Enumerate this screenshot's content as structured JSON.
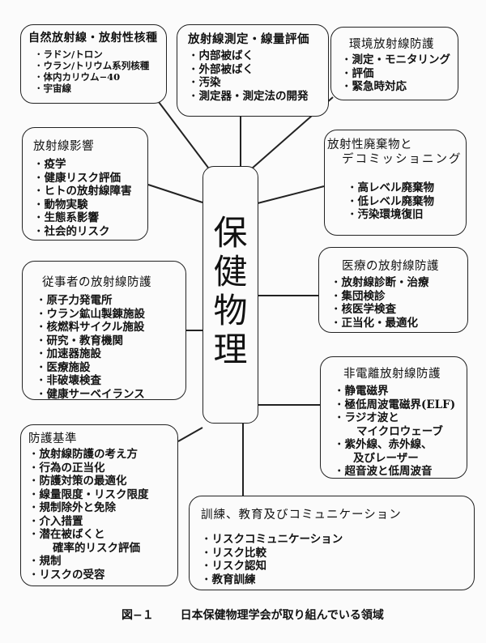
{
  "center": {
    "label": "保健物理"
  },
  "boxes": {
    "natural": {
      "title": "自然放射線・放射性核種",
      "items": [
        "ラドン/トロン",
        "ウラン/トリウム系列核種",
        "体内カリウム−40",
        "宇宙線"
      ]
    },
    "measurement": {
      "title": "放射線測定・線量評価",
      "items": [
        "内部被ばく",
        "外部被ばく",
        "汚染",
        "測定器・測定法の開発"
      ]
    },
    "environment": {
      "title": "環境放射線防護",
      "items": [
        "測定・モニタリング",
        "評価",
        "緊急時対応"
      ]
    },
    "effects": {
      "title": "放射線影響",
      "items": [
        "疫学",
        "健康リスク評価",
        "ヒトの放射線障害",
        "動物実験",
        "生態系影響",
        "社会的リスク"
      ]
    },
    "waste": {
      "title_line1": "放射性廃棄物と",
      "title_line2": "デコミッショニング",
      "items": [
        "高レベル廃棄物",
        "低レベル廃棄物",
        "汚染環境復旧"
      ]
    },
    "workers": {
      "title": "従事者の放射線防護",
      "items": [
        "原子力発電所",
        "ウラン鉱山製錬施設",
        "核燃料サイクル施設",
        "研究・教育機関",
        "加速器施設",
        "医療施設",
        "非破壊検査",
        "健康サーベイランス"
      ]
    },
    "medical": {
      "title": "医療の放射線防護",
      "items": [
        "放射線診断・治療",
        "集団検診",
        "核医学検査",
        "正当化・最適化"
      ]
    },
    "nonionizing": {
      "title": "非電離放射線防護",
      "items": [
        "静電磁界",
        "極低周波電磁界(ELF)",
        "ラジオ波と",
        "マイクロウェーブ",
        "紫外線、赤外線、",
        "及びレーザー",
        "超音波と低周波音"
      ]
    },
    "standards": {
      "title": "防護基準",
      "items": [
        "放射線防護の考え方",
        "行為の正当化",
        "防護対策の最適化",
        "線量限度・リスク限度",
        "規制除外と免除",
        "介入措置",
        "潜在被ばくと",
        "確率的リスク評価",
        "規制",
        "リスクの受容"
      ]
    },
    "training": {
      "title": "訓練、教育及びコミュニケーション",
      "items": [
        "リスクコミュニケーション",
        "リスク比較",
        "リスク認知",
        "教育訓練"
      ]
    }
  },
  "caption": {
    "figure": "図−１",
    "text": "日本保健物理学会が取り組んでいる領域"
  },
  "colors": {
    "line": "#222222",
    "background": "#fbfbfb",
    "text": "#111111"
  }
}
